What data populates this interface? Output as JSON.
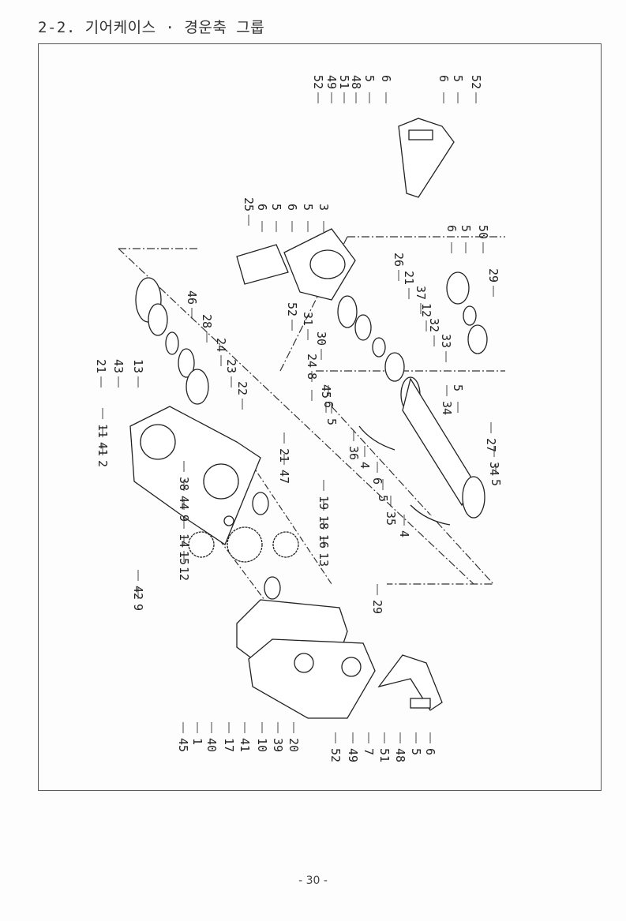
{
  "title": "2-2. 기어케이스 · 경운축 그룹",
  "page_number": "- 30 -",
  "part_labels": [
    "52",
    "49",
    "51",
    "48",
    "5",
    "6",
    "6",
    "5",
    "52",
    "25",
    "6",
    "5",
    "6",
    "5",
    "3",
    "50",
    "5",
    "6",
    "52",
    "31",
    "30",
    "24",
    "8",
    "45",
    "6",
    "5",
    "26",
    "21",
    "37",
    "12",
    "32",
    "33",
    "29",
    "5",
    "34",
    "36",
    "4",
    "6",
    "5",
    "35",
    "4",
    "27",
    "34",
    "5",
    "46",
    "28",
    "24",
    "23",
    "22",
    "21",
    "43",
    "13",
    "2",
    "41",
    "11",
    "38",
    "44",
    "9",
    "14",
    "15",
    "12",
    "42",
    "9",
    "21",
    "47",
    "19",
    "18",
    "16",
    "13",
    "45",
    "1",
    "40",
    "17",
    "41",
    "10",
    "39",
    "20",
    "29",
    "52",
    "49",
    "7",
    "51",
    "48",
    "5",
    "6"
  ]
}
